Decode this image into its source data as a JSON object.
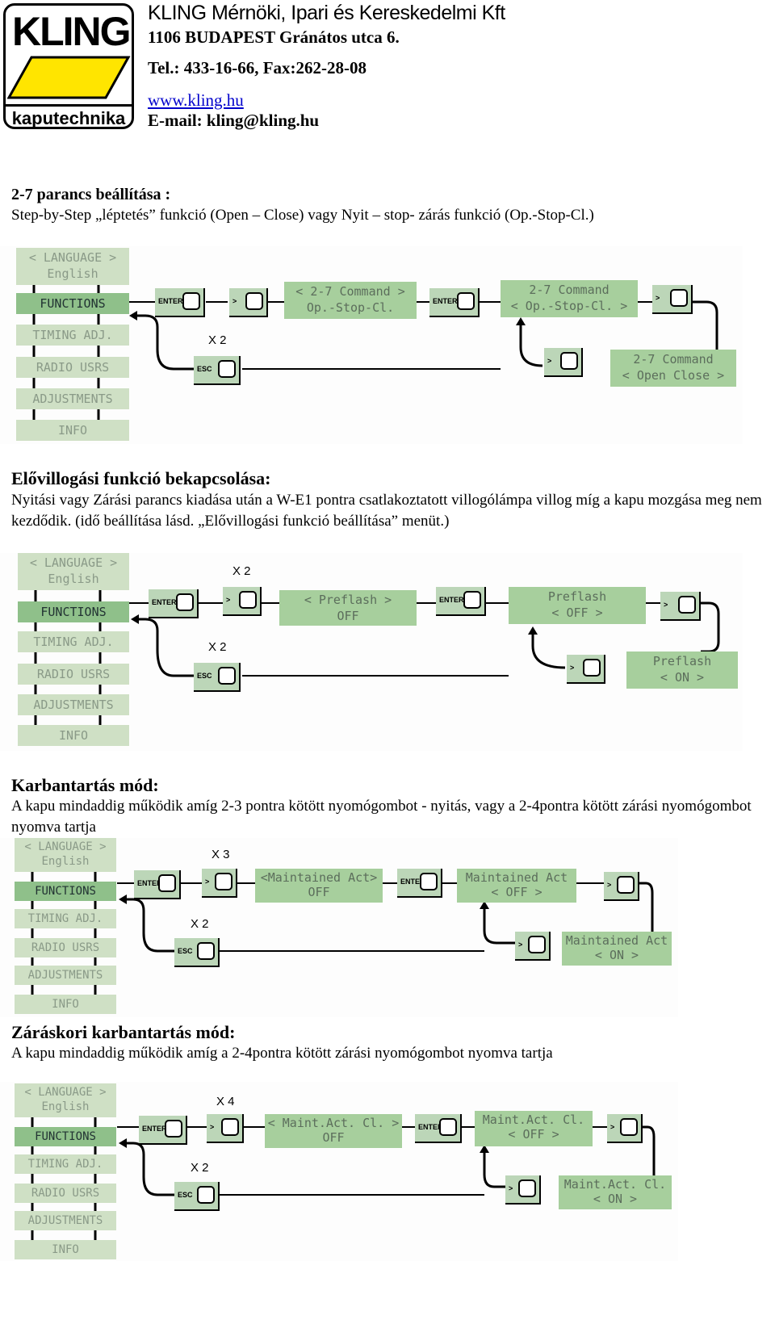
{
  "header": {
    "logo_word": "KLING",
    "logo_sub": "kaputechnika",
    "company": "KLING Mérnöki, Ipari és Kereskedelmi Kft",
    "address": "1106 BUDAPEST Gránátos utca 6.",
    "phone": "Tel.:  433-16-66,  Fax:262-28-08",
    "web": "www.kling.hu",
    "email": "E-mail: kling@kling.hu"
  },
  "sections": [
    {
      "title": "2-7 parancs beállítása :",
      "body": "Step-by-Step „léptetés” funkció (Open – Close) vagy Nyit – stop- zárás funkció (Op.-Stop-Cl.)"
    },
    {
      "title": "Elővillogási funkció bekapcsolása:",
      "body": "Nyitási vagy Zárási parancs kiadása után a W-E1 pontra csatlakoztatott villogólámpa villog míg a kapu mozgása meg nem kezdődik.  (idő beállítása lásd. „Elővillogási funkció beállítása” menüt.)"
    },
    {
      "title": "Karbantartás mód:",
      "body": "A kapu mindaddig működik amíg 2-3 pontra kötött nyomógombot - nyitás, vagy a 2-4pontra kötött zárási nyomógombot nyomva tartja"
    },
    {
      "title": "Záráskori karbantartás mód:",
      "body": "A kapu mindaddig működik amíg a 2-4pontra kötött zárási nyomógombot nyomva tartja"
    }
  ],
  "menu": [
    "< LANGUAGE >",
    "English",
    "FUNCTIONS",
    "TIMING ADJ.",
    "RADIO USRS",
    "ADJUSTMENTS",
    "INFO"
  ],
  "keys": {
    "enter": "ENTER",
    "next": ">",
    "esc": "ESC"
  },
  "diagrams": [
    {
      "x_top": "",
      "x_bottom": "X 2",
      "box1": [
        "< 2-7 Command >",
        "Op.-Stop-Cl."
      ],
      "box2": [
        "2-7 Command",
        "< Op.-Stop-Cl. >"
      ],
      "box3": [
        "2-7 Command",
        "< Open Close >"
      ]
    },
    {
      "x_top": "X 2",
      "x_bottom": "X 2",
      "box1": [
        "<  Preflash  >",
        "OFF"
      ],
      "box2": [
        "Preflash",
        "<    OFF    >"
      ],
      "box3": [
        "Preflash",
        "<    ON    >"
      ]
    },
    {
      "x_top": "X 3",
      "x_bottom": "X 2",
      "box1": [
        "<Maintained Act>",
        "OFF"
      ],
      "box2": [
        "Maintained Act",
        "<    OFF    >"
      ],
      "box3": [
        "Maintained Act",
        "<    ON    >"
      ]
    },
    {
      "x_top": "X 4",
      "x_bottom": "X 2",
      "box1": [
        "< Maint.Act. Cl. >",
        "OFF"
      ],
      "box2": [
        "Maint.Act. Cl.",
        "<    OFF    >"
      ],
      "box3": [
        "Maint.Act. Cl.",
        "<    ON    >"
      ]
    }
  ]
}
